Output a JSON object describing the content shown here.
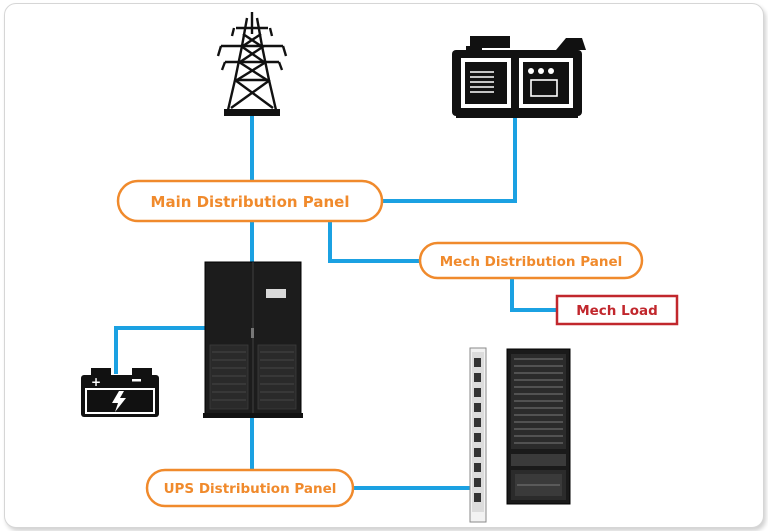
{
  "colors": {
    "wire": "#1ba1e2",
    "panel_border": "#f08a2c",
    "panel_text": "#f08a2c",
    "load_border": "#c1272d",
    "load_text": "#c1272d",
    "equipment": "#111111",
    "ups_body": "#1c1c1c"
  },
  "panels": {
    "main": "Main Distribution Panel",
    "mech": "Mech Distribution Panel",
    "ups": "UPS Distribution Panel"
  },
  "load": {
    "mech": "Mech Load"
  },
  "equipment": {
    "utility_tower": "transmission-tower-icon",
    "generator": "generator-icon",
    "ups": "ups-cabinet",
    "battery": "battery-icon",
    "pdu": "rack-pdu-strip",
    "server_rack": "server-rack-icon"
  }
}
